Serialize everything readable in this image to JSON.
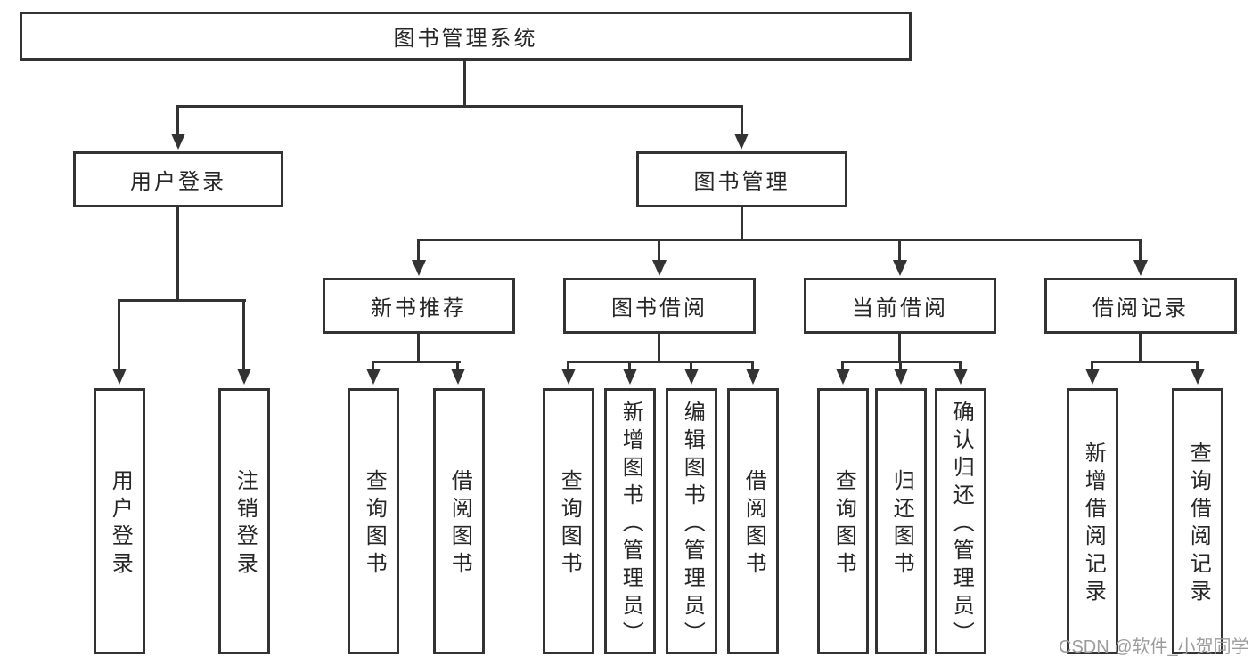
{
  "diagram": {
    "root": "图书管理系统",
    "level2": [
      {
        "label": "用户登录"
      },
      {
        "label": "图书管理"
      }
    ],
    "level3": [
      {
        "label": "新书推荐"
      },
      {
        "label": "图书借阅"
      },
      {
        "label": "当前借阅"
      },
      {
        "label": "借阅记录"
      }
    ],
    "leaves": {
      "user_login": [
        "用户登录",
        "注销登录"
      ],
      "new_book": [
        "查询图书",
        "借阅图书"
      ],
      "book_borrow": [
        "查询图书",
        "新增图书（管理员）",
        "编辑图书（管理员）",
        "借阅图书"
      ],
      "current_borrow": [
        "查询图书",
        "归还图书",
        "确认归还（管理员）"
      ],
      "borrow_records": [
        "新增借阅记录",
        "查询借阅记录"
      ]
    }
  },
  "watermark": "CSDN @软件_小贺同学",
  "colors": {
    "line": "#333333",
    "text": "#262626",
    "watermark": "#9c9c9c",
    "background": "#ffffff"
  }
}
